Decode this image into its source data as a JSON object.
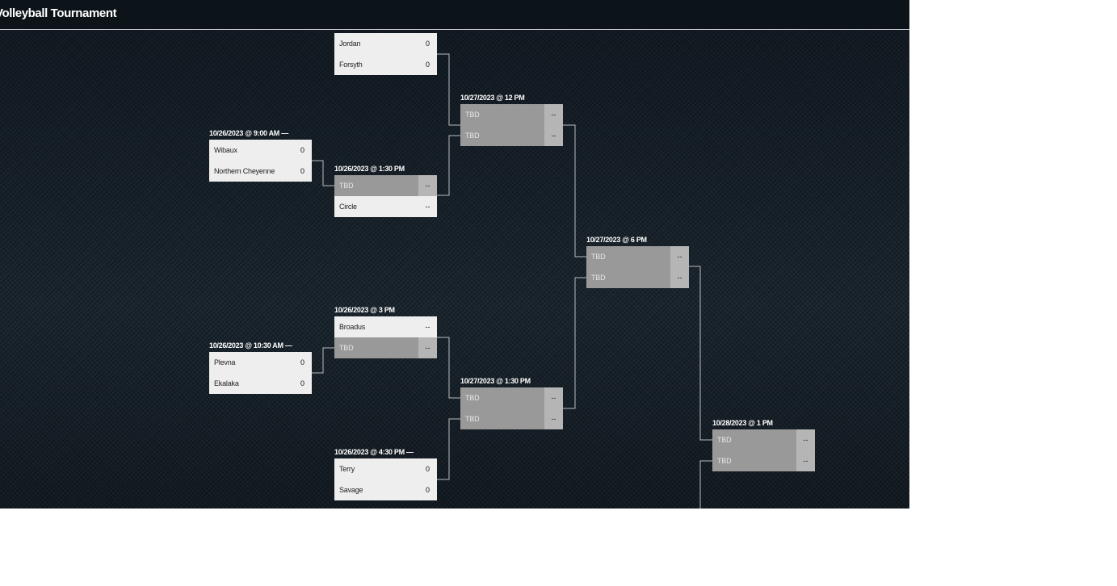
{
  "page": {
    "title": "Volleyball Tournament"
  },
  "matches": {
    "m1": {
      "label": "",
      "slots": [
        {
          "name": "Jordan",
          "score": "0"
        },
        {
          "name": "Forsyth",
          "score": "0"
        }
      ]
    },
    "m2": {
      "label": "10/26/2023 @ 9:00 AM —",
      "slots": [
        {
          "name": "Wibaux",
          "score": "0"
        },
        {
          "name": "Northern Cheyenne",
          "score": "0"
        }
      ]
    },
    "m3": {
      "label": "10/26/2023 @ 1:30 PM",
      "slots": [
        {
          "name": "TBD",
          "score": "--"
        },
        {
          "name": "Circle",
          "score": "--"
        }
      ]
    },
    "m4": {
      "label": "10/27/2023 @ 12 PM",
      "slots": [
        {
          "name": "TBD",
          "score": "--"
        },
        {
          "name": "TBD",
          "score": "--"
        }
      ]
    },
    "m5": {
      "label": "10/27/2023 @ 6 PM",
      "slots": [
        {
          "name": "TBD",
          "score": "--"
        },
        {
          "name": "TBD",
          "score": "--"
        }
      ]
    },
    "m6": {
      "label": "10/26/2023 @ 3 PM",
      "slots": [
        {
          "name": "Broadus",
          "score": "--"
        },
        {
          "name": "TBD",
          "score": "--"
        }
      ]
    },
    "m7": {
      "label": "10/26/2023 @ 10:30 AM —",
      "slots": [
        {
          "name": "Plevna",
          "score": "0"
        },
        {
          "name": "Ekalaka",
          "score": "0"
        }
      ]
    },
    "m8": {
      "label": "10/27/2023 @ 1:30 PM",
      "slots": [
        {
          "name": "TBD",
          "score": "--"
        },
        {
          "name": "TBD",
          "score": "--"
        }
      ]
    },
    "m9": {
      "label": "10/28/2023 @ 1 PM",
      "slots": [
        {
          "name": "TBD",
          "score": "--"
        },
        {
          "name": "TBD",
          "score": "--"
        }
      ]
    },
    "m10": {
      "label": "10/26/2023 @ 4:30 PM —",
      "slots": [
        {
          "name": "Terry",
          "score": "0"
        },
        {
          "name": "Savage",
          "score": "0"
        }
      ]
    }
  }
}
